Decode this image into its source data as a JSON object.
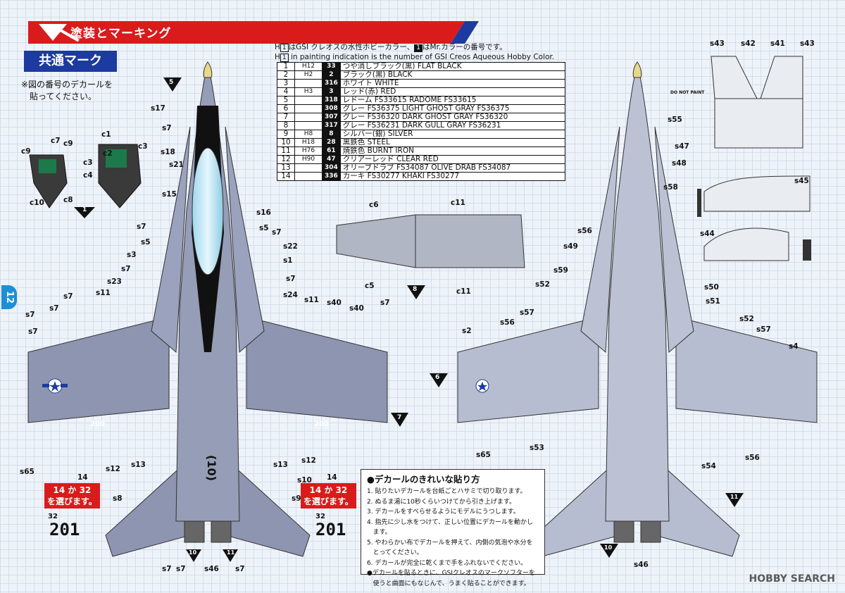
{
  "header": {
    "title": "塗装とマーキング"
  },
  "notes": {
    "jp": {
      "pre": "H",
      "box": "1",
      "mid": "はGSI クレオスの水性ホビーカラー、",
      "box2": "1",
      "post": "はMr.カラーの番号です。"
    },
    "en": {
      "pre": "H",
      "box": "1",
      "post": " in painting indication is the number of GSI Creos Aqueous Hobby Color."
    }
  },
  "common_mark": {
    "label": "共通マーク"
  },
  "instruction": {
    "line1": "※図の番号のデカールを",
    "line2": "貼ってください。"
  },
  "page_number": "12",
  "paint_table": [
    {
      "id": "1",
      "h": "H12",
      "c": "33",
      "name": "つや消しブラック(黒)  FLAT BLACK"
    },
    {
      "id": "2",
      "h": "H2",
      "c": "2",
      "name": "ブラック(黒)  BLACK"
    },
    {
      "id": "3",
      "h": "",
      "c": "316",
      "name": "ホワイト  WHITE"
    },
    {
      "id": "4",
      "h": "H3",
      "c": "3",
      "name": "レッド(赤)  RED"
    },
    {
      "id": "5",
      "h": "",
      "c": "318",
      "name": "レドーム FS33615  RADOME FS33615"
    },
    {
      "id": "6",
      "h": "",
      "c": "308",
      "name": "グレー FS36375  LIGHT GHOST GRAY FS36375"
    },
    {
      "id": "7",
      "h": "",
      "c": "307",
      "name": "グレー FS36320  DARK GHOST GRAY FS36320"
    },
    {
      "id": "8",
      "h": "",
      "c": "317",
      "name": "グレー FS36231  DARK GULL GRAY FS36231"
    },
    {
      "id": "9",
      "h": "H8",
      "c": "8",
      "name": "シルバー(銀)  SILVER"
    },
    {
      "id": "10",
      "h": "H18",
      "c": "28",
      "name": "黒鉄色  STEEL"
    },
    {
      "id": "11",
      "h": "H76",
      "c": "61",
      "name": "焼鉄色  BURNT IRON"
    },
    {
      "id": "12",
      "h": "H90",
      "c": "47",
      "name": "クリアーレッド  CLEAR RED"
    },
    {
      "id": "13",
      "h": "",
      "c": "304",
      "name": "オリーブドラブ FS34087  OLIVE DRAB FS34087"
    },
    {
      "id": "14",
      "h": "",
      "c": "336",
      "name": "カーキ FS30277  KHAKI FS30277"
    }
  ],
  "tip": {
    "title": "●デカールのきれいな貼り方",
    "steps": [
      "1. 貼りたいデカールを台紙ごとハサミで切り取ります。",
      "2. ぬるま湯に10秒くらいつけてから引き上げます。",
      "3. デカールをすべらせるようにモデルにうつします。",
      "4. 指先に少し水をつけて、正しい位置にデカールを動かし",
      "   ます。",
      "5. やわらかい布でデカールを押えて、内側の気泡や水分を",
      "   とってください。",
      "6. デカールが完全に乾くまで手をふれないでください。",
      "●デカールを貼るときに、GSIクレオスのマークソフターを",
      "   使うと曲面にもなじんで、うまく貼ることができます。"
    ]
  },
  "choose_label": {
    "line1": "14 か 32",
    "line2": "を選びます。"
  },
  "numbers": {
    "n14": "14",
    "n32": "32",
    "left": "201",
    "right": "201",
    "wing": "200",
    "nose": "(10)"
  },
  "top_labels": [
    "s17",
    "s7",
    "s18",
    "s21",
    "s15",
    "s16",
    "s5",
    "s7",
    "s22",
    "s1",
    "s7",
    "s3",
    "s7",
    "s23",
    "s24",
    "s11",
    "s7",
    "s40",
    "s7",
    "s11",
    "s7",
    "s40",
    "s7",
    "s7",
    "s5",
    "s7",
    "s12",
    "s13",
    "s13",
    "s12",
    "s10",
    "s8",
    "s9",
    "s7",
    "s7",
    "s46",
    "s7",
    "s65",
    "14",
    "14",
    "c7",
    "c9",
    "c9",
    "c1",
    "c3",
    "c3",
    "c4",
    "c2",
    "c10",
    "c8"
  ],
  "bottom_labels": [
    "s55",
    "s47",
    "s48",
    "s58",
    "s56",
    "s49",
    "s59",
    "s50",
    "s51",
    "s52",
    "s57",
    "s56",
    "s52",
    "s57",
    "s2",
    "s4",
    "s65",
    "s53",
    "s54",
    "s56",
    "s46",
    "s43",
    "s42",
    "s41",
    "s43",
    "s45",
    "s44",
    "c6",
    "c11",
    "c5",
    "c11"
  ],
  "callouts": {
    "c1": "1",
    "c5": "5",
    "c6": "6",
    "c7": "7",
    "c8": "8",
    "c10": "10",
    "c11": "11"
  },
  "stencil": {
    "no_paint": "DO NOT PAINT"
  },
  "watermark": "HOBBY SEARCH"
}
